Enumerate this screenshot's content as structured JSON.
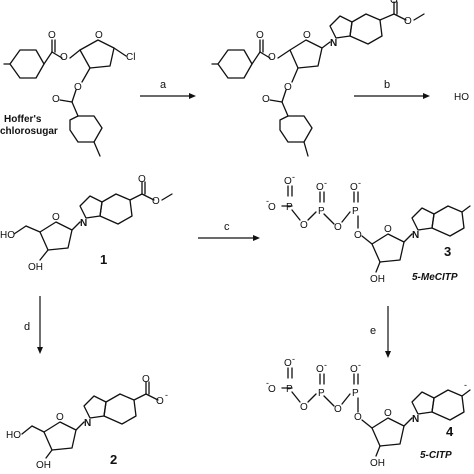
{
  "steps": {
    "a": "a",
    "b": "b",
    "c": "c",
    "d": "d",
    "e": "e"
  },
  "reagent": {
    "line1": "Hoffer's",
    "line2": "chlorosugar"
  },
  "compounds": {
    "c1": {
      "number": "1"
    },
    "c2": {
      "number": "2"
    },
    "c3": {
      "number": "3",
      "name": "5-MeCITP"
    },
    "c4": {
      "number": "4",
      "name": "5-CITP"
    }
  },
  "atoms": {
    "O": "O",
    "N": "N",
    "Cl": "Cl",
    "P": "P",
    "HO": "HO",
    "OH": "OH",
    "minus": "-"
  }
}
